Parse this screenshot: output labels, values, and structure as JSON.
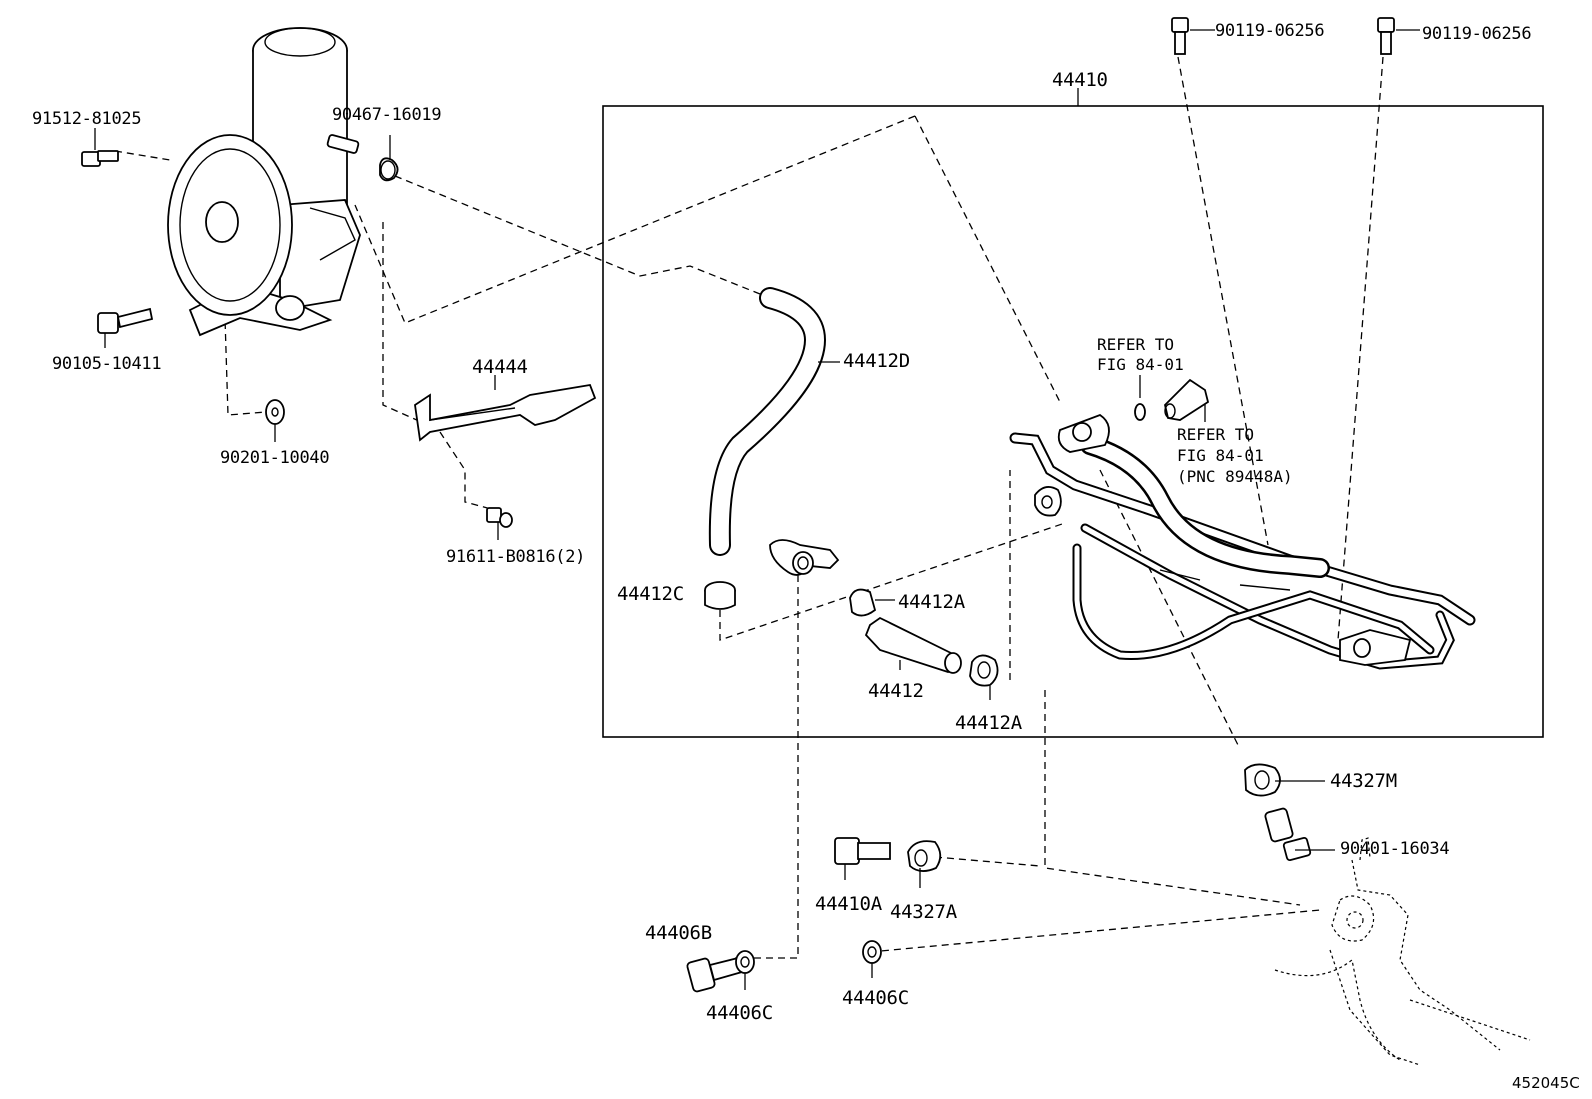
{
  "labels": {
    "assembly": "44410",
    "bolt_pump_top": "91512-81025",
    "stud_pump": "90467-16019",
    "bolt_pump_side": "90105-10411",
    "washer_pump": "90201-10040",
    "bracket": "44444",
    "bolt_bracket": "91611-B0816(2)",
    "bolt_top_left": "90119-06256",
    "bolt_top_right": "90119-06256",
    "hose_suction": "44412D",
    "clamp_hose": "44412C",
    "clamp_a_upper": "44412A",
    "hose_short": "44412",
    "clamp_a_lower": "44412A",
    "clamp_gear": "44327M",
    "union_bolt": "90401-16034",
    "union_bolt_a": "44410A",
    "clamp_a": "44327A",
    "union_bolt_b": "44406B",
    "gasket_left": "44406C",
    "gasket_right": "44406C"
  },
  "notes": {
    "refer_upper_line1": "REFER TO",
    "refer_upper_line2": "FIG 84-01",
    "refer_lower_line1": "REFER TO",
    "refer_lower_line2": "FIG 84-01",
    "refer_lower_line3": "(PNC 89448A)"
  },
  "figure_id": "452045C"
}
